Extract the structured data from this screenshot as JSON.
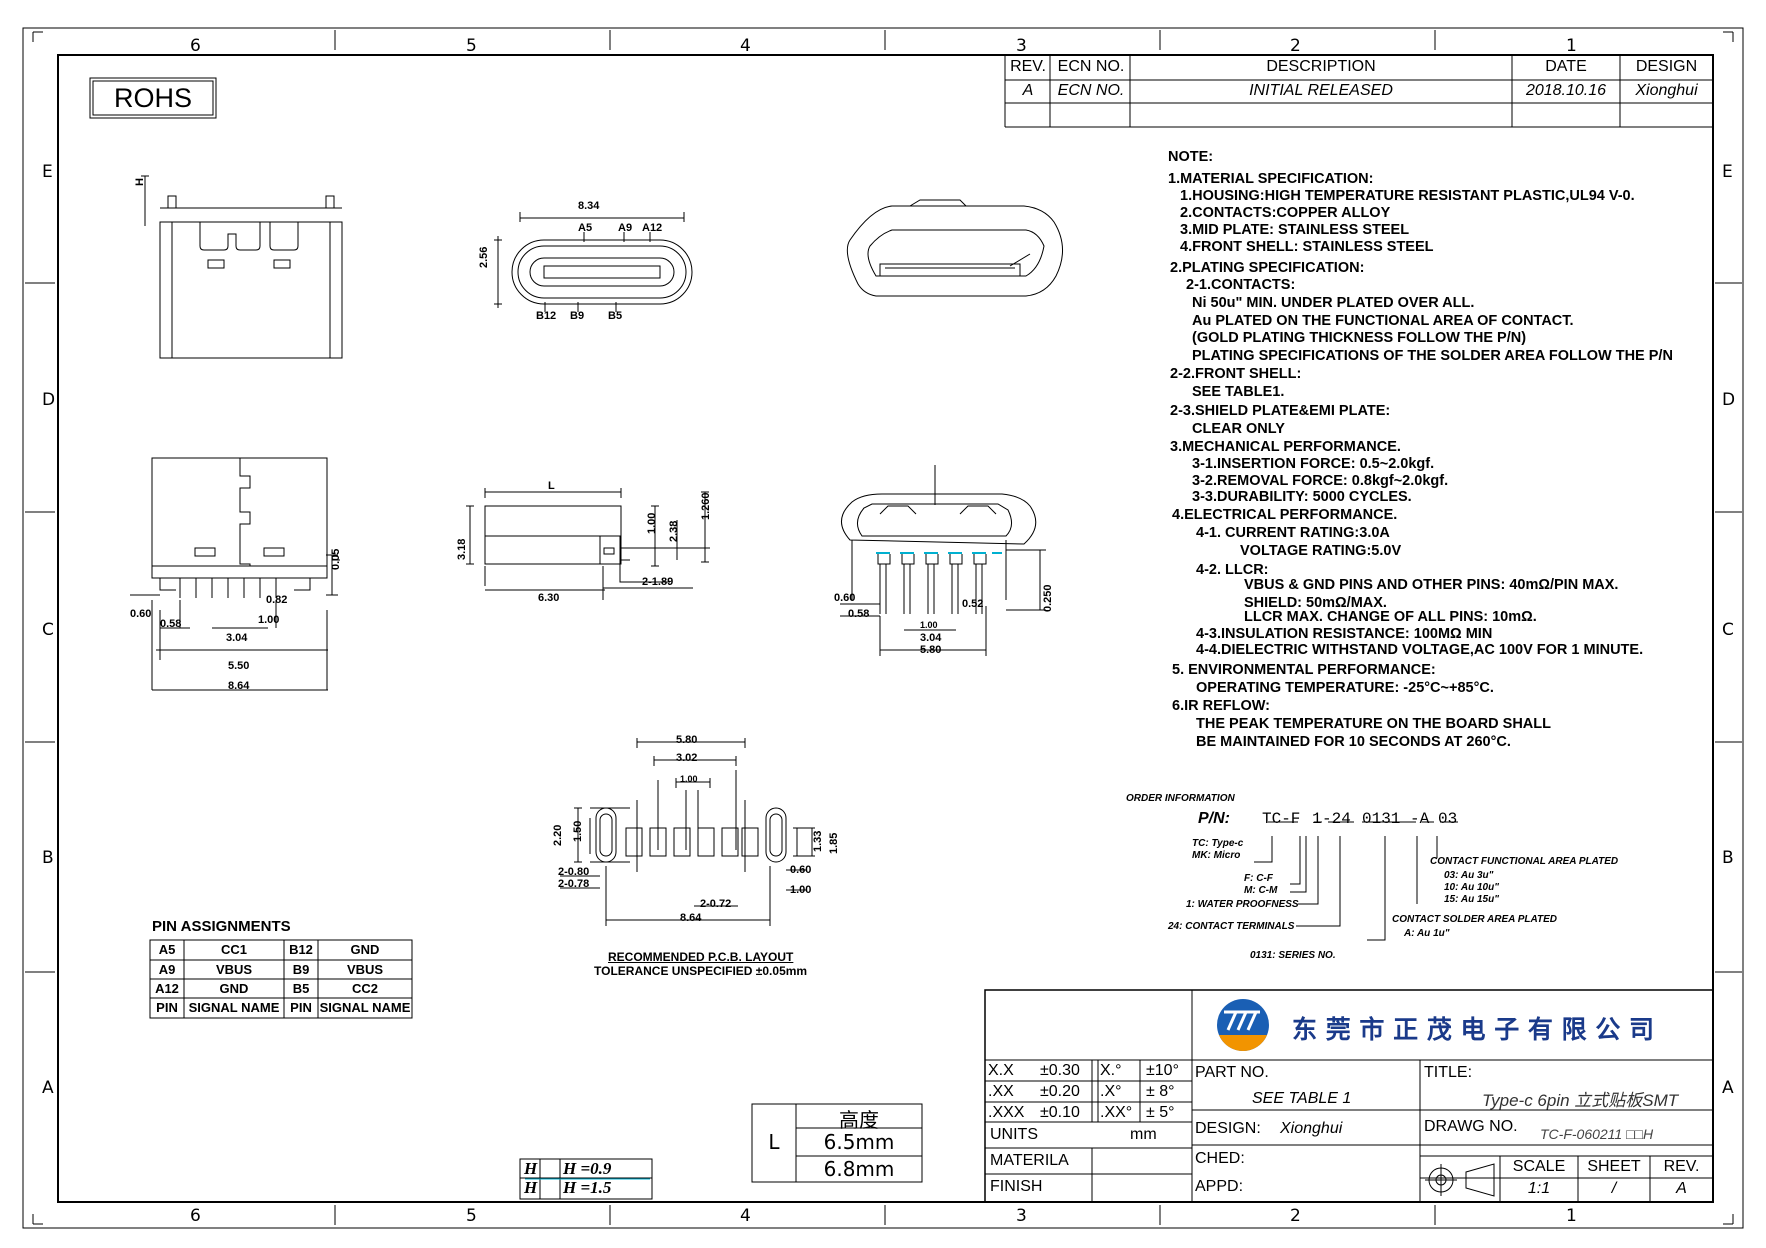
{
  "rohs": "ROHS",
  "zones_top": [
    "6",
    "5",
    "4",
    "3",
    "2",
    "1"
  ],
  "zones_side": [
    "E",
    "D",
    "C",
    "B",
    "A"
  ],
  "revision": {
    "headers": [
      "REV.",
      "ECN NO.",
      "DESCRIPTION",
      "DATE",
      "DESIGN"
    ],
    "row": [
      "A",
      "ECN NO.",
      "INITIAL RELEASED",
      "2018.10.16",
      "Xionghui"
    ]
  },
  "notes": [
    "NOTE:",
    "1.MATERIAL SPECIFICATION:",
    "1.HOUSING:HIGH TEMPERATURE RESISTANT PLASTIC,UL94 V-0.",
    "2.CONTACTS:COPPER ALLOY",
    "3.MID PLATE: STAINLESS STEEL",
    "4.FRONT SHELL: STAINLESS STEEL",
    "2.PLATING SPECIFICATION:",
    "2-1.CONTACTS:",
    "Ni 50u\" MIN. UNDER PLATED OVER ALL.",
    "Au PLATED ON THE FUNCTIONAL AREA OF CONTACT.",
    "(GOLD PLATING THICKNESS FOLLOW THE P/N)",
    "PLATING SPECIFICATIONS OF THE SOLDER AREA FOLLOW THE P/N",
    "2-2.FRONT SHELL:",
    "SEE TABLE1.",
    "2-3.SHIELD PLATE&EMI PLATE:",
    "CLEAR ONLY",
    "3.MECHANICAL PERFORMANCE.",
    "3-1.INSERTION FORCE: 0.5~2.0kgf.",
    "3-2.REMOVAL FORCE: 0.8kgf~2.0kgf.",
    "3-3.DURABILITY: 5000 CYCLES.",
    "4.ELECTRICAL PERFORMANCE.",
    "4-1. CURRENT RATING:3.0A",
    "VOLTAGE RATING:5.0V",
    "4-2. LLCR:",
    "VBUS & GND PINS AND OTHER PINS: 40mΩ/PIN MAX.",
    "SHIELD: 50mΩ/MAX.",
    "LLCR MAX. CHANGE OF ALL PINS: 10mΩ.",
    "4-3.INSULATION RESISTANCE: 100MΩ MIN",
    "4-4.DIELECTRIC WITHSTAND VOLTAGE,AC 100V FOR 1 MINUTE.",
    "5. ENVIRONMENTAL PERFORMANCE:",
    "OPERATING TEMPERATURE: -25°C~+85°C.",
    "6.IR REFLOW:",
    "THE PEAK TEMPERATURE ON THE BOARD SHALL",
    "BE MAINTAINED FOR 10 SECONDS AT 260°C."
  ],
  "order": {
    "heading": "ORDER INFORMATION",
    "pn_label": "P/N:",
    "pn_parts": [
      "TC-F",
      "1",
      "-24",
      "0131",
      "-A",
      "03"
    ],
    "codes": [
      "TC: Type-c",
      "MK: Micro",
      "F: C-F",
      "M: C-M",
      "1: WATER PROOFNESS",
      "24: CONTACT TERMINALS",
      "0131: SERIES NO.",
      "CONTACT FUNCTIONAL AREA PLATED",
      "03: Au 3u\"",
      "10: Au 10u\"",
      "15: Au 15u\"",
      "CONTACT SOLDER AREA PLATED",
      "A: Au 1u\""
    ]
  },
  "pin_table": {
    "title": "PIN ASSIGNMENTS",
    "rows": [
      [
        "A5",
        "CC1",
        "B12",
        "GND"
      ],
      [
        "A9",
        "VBUS",
        "B9",
        "VBUS"
      ],
      [
        "A12",
        "GND",
        "B5",
        "CC2"
      ],
      [
        "PIN",
        "SIGNAL NAME",
        "PIN",
        "SIGNAL NAME"
      ]
    ]
  },
  "pcb": {
    "caption1": "RECOMMENDED P.C.B. LAYOUT",
    "caption2": "TOLERANCE UNSPECIFIED ±0.05mm"
  },
  "dims": {
    "top_width": "8.34",
    "top_height": "2.56",
    "top_pins_top": [
      "A5",
      "A9",
      "A12"
    ],
    "top_pins_bottom": [
      "B12",
      "B9",
      "B5"
    ],
    "front": [
      "0.60",
      "0.58",
      "3.04",
      "1.00",
      "5.50",
      "8.64",
      "0.82",
      "0.05"
    ],
    "side": [
      "L",
      "3.18",
      "1.00",
      "2.38",
      "1.260",
      "6.30",
      "2-1.89"
    ],
    "iso": [
      "0.60",
      "0.58",
      "1.00",
      "3.04",
      "5.80",
      "0.52",
      "0.250"
    ],
    "pcb": [
      "5.80",
      "3.02",
      "1.00",
      "2.20",
      "1.50",
      "1.33",
      "1.85",
      "2-0.80",
      "2-0.78",
      "0.60",
      "1.00",
      "2-0.72",
      "8.64"
    ],
    "h": "H"
  },
  "height_table": {
    "label": "L",
    "header": "高度",
    "values": [
      "6.5mm",
      "6.8mm"
    ]
  },
  "h_table": [
    "H =0.9",
    "H =1.5"
  ],
  "title_block": {
    "company": "东 莞 市 正 茂 电 子 有 限 公 司",
    "tolerances": [
      [
        "X.X",
        "±0.30",
        "X.°",
        "±10°"
      ],
      [
        ".XX",
        "±0.20",
        ".X°",
        "± 8°"
      ],
      [
        ".XXX",
        "±0.10",
        ".XX°",
        "± 5°"
      ]
    ],
    "units_label": "UNITS",
    "units_value": "mm",
    "materila_label": "MATERILA",
    "finish_label": "FINISH",
    "part_no_label": "PART NO.",
    "part_no_value": "SEE TABLE 1",
    "design_label": "DESIGN:",
    "design_value": "Xionghui",
    "ched_label": "CHED:",
    "appd_label": "APPD:",
    "title_label": "TITLE:",
    "title_value": "Type-c 6pin 立式贴板SMT",
    "drawg_label": "DRAWG NO.",
    "drawg_value": "TC-F-060211 □□H",
    "scale_label": "SCALE",
    "scale_value": "1:1",
    "sheet_label": "SHEET",
    "sheet_value": "/",
    "rev_label": "REV.",
    "rev_value": "A"
  },
  "colors": {
    "line": "#000000",
    "accent": "#00b0d0",
    "logo_blue": "#1a5fb4",
    "logo_orange": "#f29400"
  }
}
